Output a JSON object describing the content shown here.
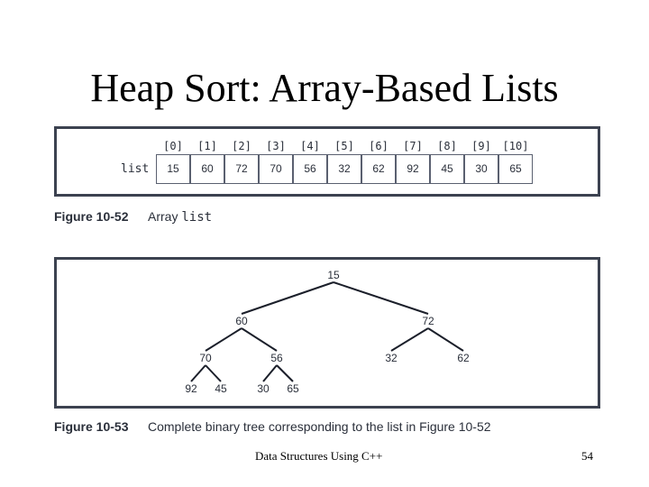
{
  "title": "Heap Sort: Array-Based Lists",
  "figure_52": {
    "number": "Figure 10-52",
    "caption_word": "Array",
    "caption_code": "list",
    "array_label": "list",
    "indices": [
      "[0]",
      "[1]",
      "[2]",
      "[3]",
      "[4]",
      "[5]",
      "[6]",
      "[7]",
      "[8]",
      "[9]",
      "[10]"
    ],
    "values": [
      "15",
      "60",
      "72",
      "70",
      "56",
      "32",
      "62",
      "92",
      "45",
      "30",
      "65"
    ]
  },
  "figure_53": {
    "number": "Figure 10-53",
    "caption": "Complete binary tree corresponding to the list in Figure 10-52",
    "nodes": [
      "15",
      "60",
      "72",
      "70",
      "56",
      "32",
      "62",
      "92",
      "45",
      "30",
      "65"
    ]
  },
  "footer": {
    "center": "Data Structures Using C++",
    "page": "54"
  }
}
